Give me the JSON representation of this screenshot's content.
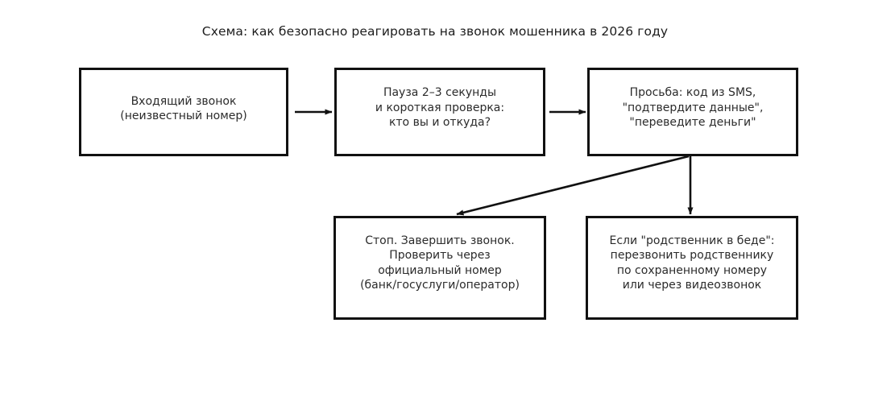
{
  "title": "Схема: как безопасно реагировать на звонок мошенника в 2026 году",
  "colors": {
    "background": "#ffffff",
    "box_border": "#111111",
    "box_fill": "#ffffff",
    "text": "#2b2b2b",
    "title_text": "#1c1c1c",
    "arrow": "#111111"
  },
  "nodes": [
    {
      "id": "incoming-call",
      "text": "Входящий звонок\n(неизвестный номер)"
    },
    {
      "id": "pause-check",
      "text": "Пауза 2–3 секунды\nи короткая проверка:\nкто вы и откуда?"
    },
    {
      "id": "scam-request",
      "text": "Просьба: код из SMS,\n\"подтвердите данные\",\n\"переведите деньги\""
    },
    {
      "id": "stop-verify",
      "text": "Стоп. Завершить звонок.\nПроверить через\nофициальный номер\n(банк/госуслуги/оператор)"
    },
    {
      "id": "relative-check",
      "text": "Если \"родственник в беде\":\nперезвонить родственнику\nпо сохраненному номеру\nили через видеозвонок"
    }
  ],
  "edges": [
    {
      "id": "incoming-to-pause",
      "from": "incoming-call",
      "to": "pause-check",
      "kind": "horizontal-arrow"
    },
    {
      "id": "pause-to-request",
      "from": "pause-check",
      "to": "scam-request",
      "kind": "horizontal-arrow"
    },
    {
      "id": "request-to-stop",
      "from": "scam-request",
      "to": "stop-verify",
      "kind": "diagonal-arrow"
    },
    {
      "id": "request-to-relative",
      "from": "scam-request",
      "to": "relative-check",
      "kind": "vertical-arrow"
    }
  ]
}
